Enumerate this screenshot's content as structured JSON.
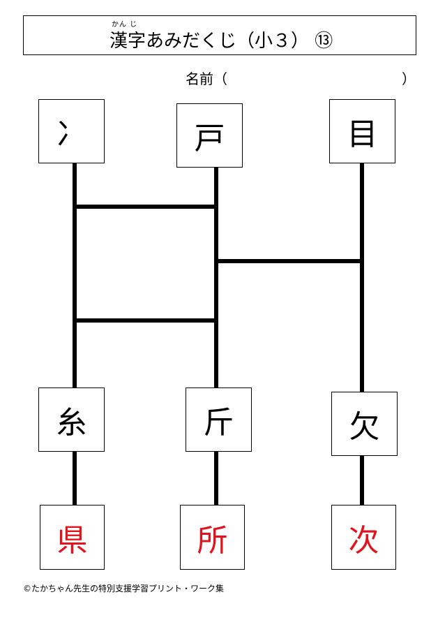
{
  "header": {
    "ruby": "かん じ",
    "title": "漢字あみだくじ（小３） ⑬"
  },
  "name_field": {
    "label": "名前（",
    "close": "）"
  },
  "top_parts": [
    "冫",
    "戸",
    "目"
  ],
  "bottom_parts": [
    "糸",
    "斤",
    "欠"
  ],
  "answers": [
    "県",
    "所",
    "次"
  ],
  "colors": {
    "answer": "#e0141e",
    "line": "#000000"
  },
  "footer": "©たかちゃん先生の特別支援学習プリント・ワーク集"
}
